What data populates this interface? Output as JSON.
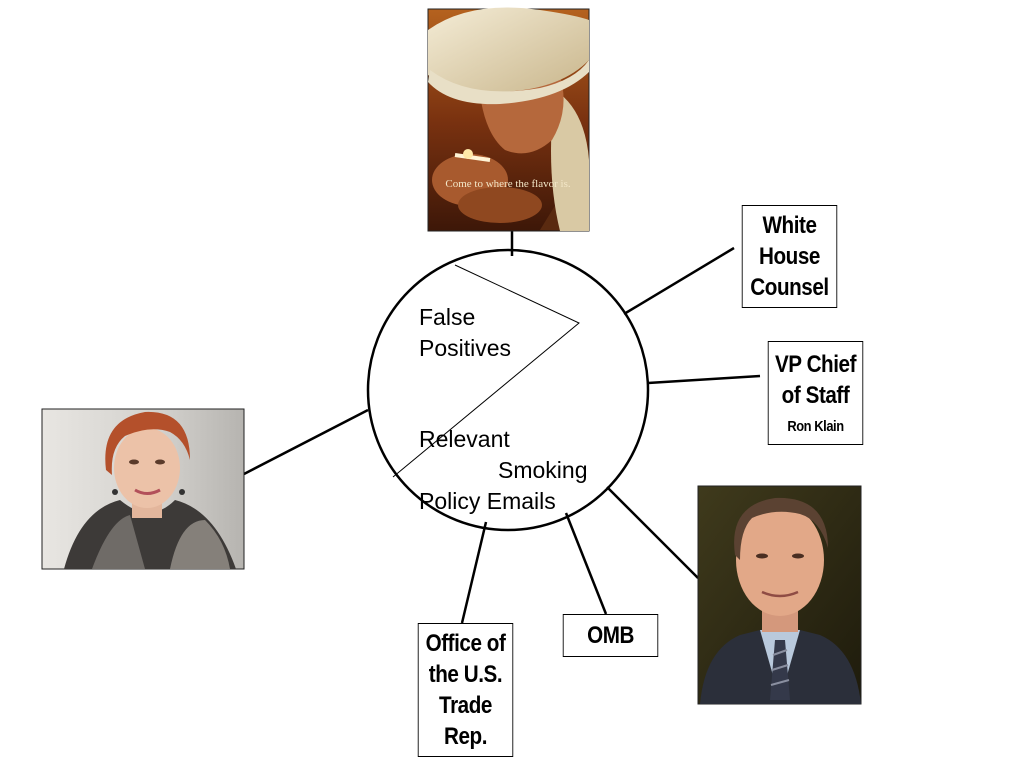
{
  "circle": {
    "upper_label": "False\nPositives",
    "lower_line1": "Relevant",
    "lower_line2": "Smoking",
    "lower_line3": "Policy Emails"
  },
  "nodes": {
    "white_house_counsel": "White\nHouse\nCounsel",
    "vp_chief_of_staff": "VP Chief\nof Staff",
    "vp_chief_of_staff_name": "Ron Klain",
    "omb": "OMB",
    "trade_rep": "Office of\nthe U.S.\nTrade\nRep."
  },
  "photos": {
    "marlboro_ad_caption": "Come to where the flavor is."
  }
}
